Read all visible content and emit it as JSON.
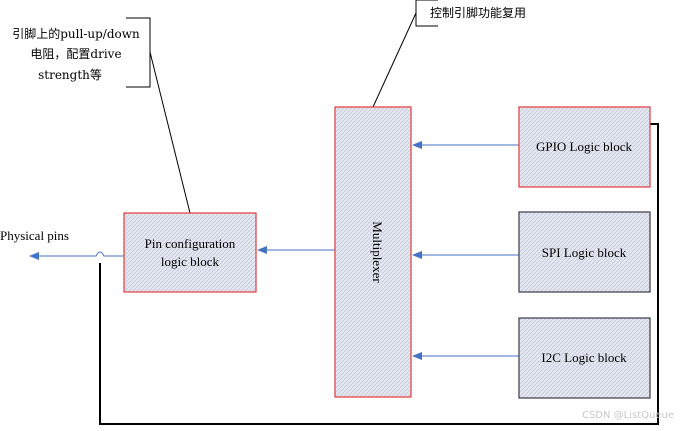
{
  "annotations": {
    "pin_config_note": [
      "引脚上的pull-up/down",
      "电阻，配置drive",
      "strength等"
    ],
    "mux_note": "控制引脚功能复用"
  },
  "labels": {
    "physical_pins": "Physical pins"
  },
  "blocks": {
    "pin_config": [
      "Pin configuration",
      "logic block"
    ],
    "multiplexer": "Multiplexer",
    "gpio": "GPIO Logic block",
    "spi": "SPI Logic block",
    "i2c": "I2C Logic block"
  },
  "watermark": "CSDN @ListQueue",
  "colors": {
    "block_fill": "#dde1ec",
    "red_border": "#e33b3b",
    "dark_border": "#3a3a4a",
    "arrow": "#4472c4",
    "line": "#000000"
  }
}
